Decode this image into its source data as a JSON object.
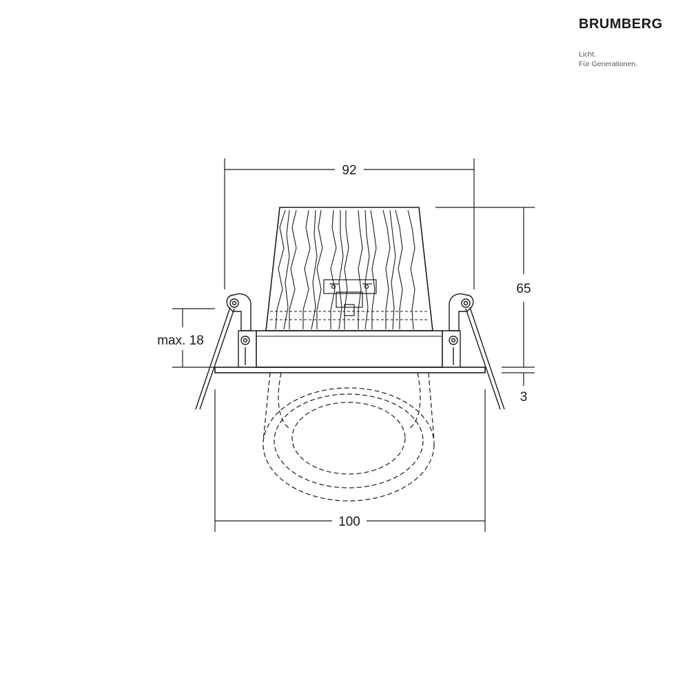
{
  "brand": {
    "name": "BRUMBERG",
    "tagline_line1": "Licht.",
    "tagline_line2": "Für Generationen."
  },
  "dimensions": {
    "top_width": "92",
    "height": "65",
    "ceiling_thickness": "max. 18",
    "trim_thickness": "3",
    "trim_diameter": "100"
  },
  "colors": {
    "line": "#1a1a1a",
    "background": "#ffffff"
  }
}
